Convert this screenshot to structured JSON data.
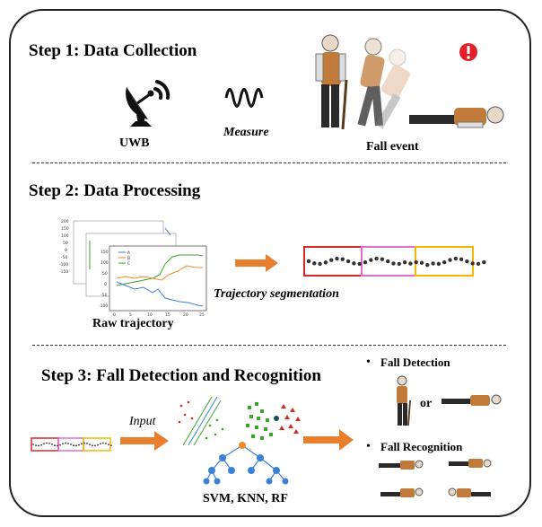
{
  "step1": {
    "title": "Step 1: Data Collection",
    "uwb_label": "UWB",
    "measure_label": "Measure",
    "fall_event_label": "Fall event"
  },
  "step2": {
    "title": "Step 2: Data Processing",
    "raw_label": "Raw trajectory",
    "segmentation_label": "Trajectory segmentation",
    "mini_plot": {
      "back_yticks": [
        "200",
        "150",
        "100",
        "50",
        "0",
        "-50",
        "-100",
        "-150"
      ],
      "legend": [
        "A",
        "B",
        "C"
      ],
      "front_yticks": [
        "150",
        "100",
        "50",
        "0",
        "-50",
        "-100"
      ],
      "front_xticks": [
        "0",
        "5",
        "10",
        "15",
        "20",
        "25"
      ]
    }
  },
  "step3": {
    "title": "Step 3: Fall Detection and Recognition",
    "input_label": "Input",
    "models_label": "SVM, KNN, RF",
    "fall_detection": "Fall Detection",
    "or_label": "or",
    "fall_recognition": "Fall Recognition"
  },
  "colors": {
    "arrow": "#e87f2e",
    "segment_red": "#d62828",
    "segment_pink": "#e36bd0",
    "segment_yellow": "#f2b705",
    "tree_blue": "#3b82d6",
    "tree_orange": "#f08a24",
    "cluster_green": "#3aa62a",
    "cluster_red": "#d62828",
    "alert_red": "#e0202a"
  }
}
